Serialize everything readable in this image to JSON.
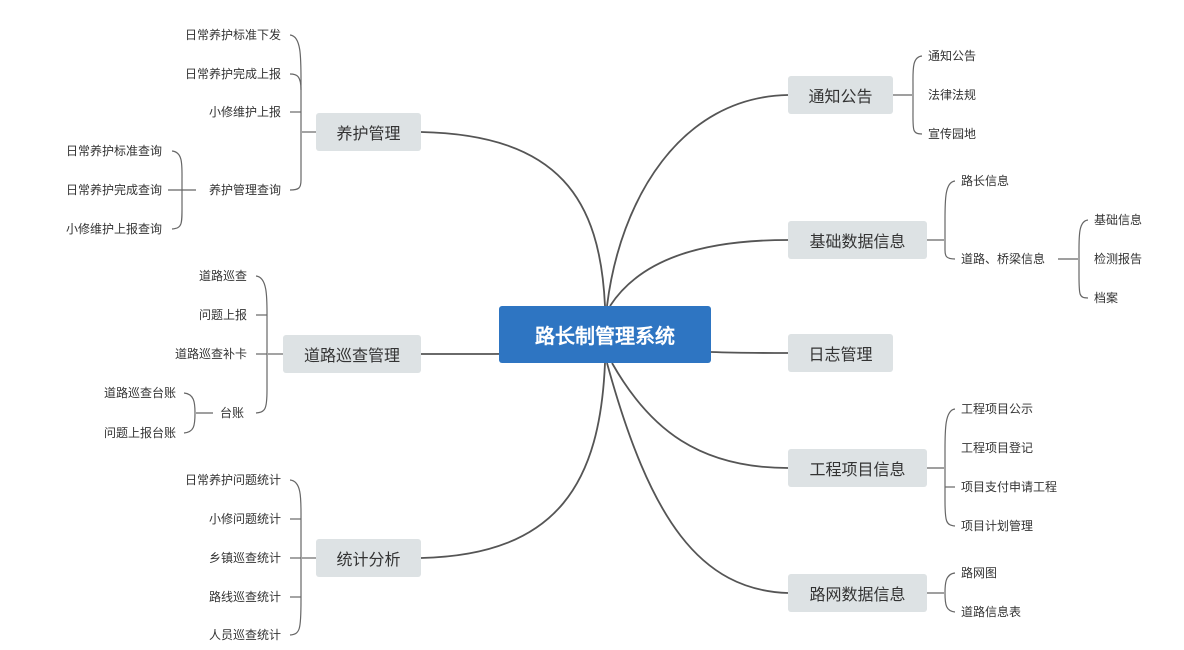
{
  "root": "路长制管理系统",
  "left": {
    "yanghu": {
      "title": "养护管理",
      "items": [
        "日常养护标准下发",
        "日常养护完成上报",
        "小修维护上报",
        "养护管理查询"
      ],
      "query_items": [
        "日常养护标准查询",
        "日常养护完成查询",
        "小修维护上报查询"
      ]
    },
    "xuncha": {
      "title": "道路巡查管理",
      "items": [
        "道路巡查",
        "问题上报",
        "道路巡查补卡",
        "台账"
      ],
      "ledger_items": [
        "道路巡查台账",
        "问题上报台账"
      ]
    },
    "tongji": {
      "title": "统计分析",
      "items": [
        "日常养护问题统计",
        "小修问题统计",
        "乡镇巡查统计",
        "路线巡查统计",
        "人员巡查统计"
      ]
    }
  },
  "right": {
    "tongzhi": {
      "title": "通知公告",
      "items": [
        "通知公告",
        "法律法规",
        "宣传园地"
      ]
    },
    "jichu": {
      "title": "基础数据信息",
      "items": [
        "路长信息",
        "道路、桥梁信息"
      ],
      "bridge_items": [
        "基础信息",
        "检测报告",
        "档案"
      ]
    },
    "rizhi": {
      "title": "日志管理"
    },
    "gongcheng": {
      "title": "工程项目信息",
      "items": [
        "工程项目公示",
        "工程项目登记",
        "项目支付申请工程",
        "项目计划管理"
      ]
    },
    "luwang": {
      "title": "路网数据信息",
      "items": [
        "路网图",
        "道路信息表"
      ]
    }
  }
}
